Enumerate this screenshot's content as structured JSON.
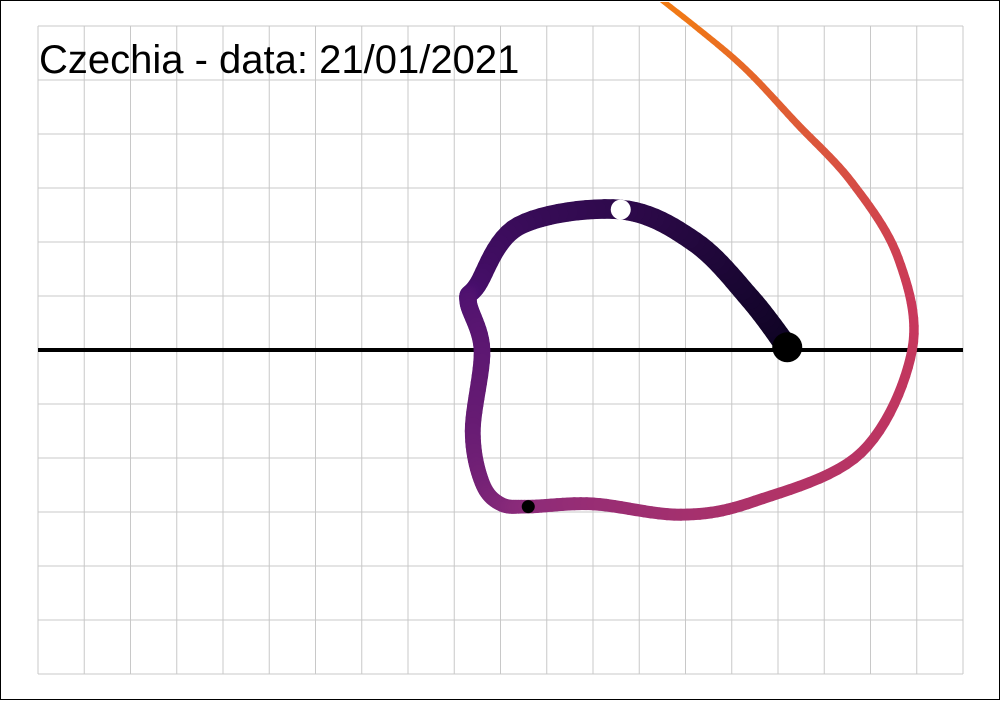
{
  "chart_data": {
    "type": "line",
    "title": "Czechia  - data: 21/01/2021",
    "xlabel": "",
    "ylabel": "",
    "grid": true,
    "grid_columns": 20,
    "grid_rows": 12,
    "colors": {
      "grid": "#c8c8c8",
      "axis": "#000000",
      "gradient_start": "#0b0320",
      "gradient_mid1": "#4a0f6e",
      "gradient_mid2": "#8c2b7a",
      "gradient_mid3": "#c9385b",
      "gradient_end": "#f6820c",
      "start_marker": "#000000",
      "highlight_marker": "#ffffff",
      "small_marker": "#000000"
    },
    "series": [
      {
        "x": [
          16.2,
          15.4,
          14.2,
          12.6,
          10.4,
          9.5,
          9.3,
          9.6,
          9.4,
          9.6,
          10.0,
          10.6,
          12.0,
          13.9,
          15.5,
          17.8,
          18.9,
          18.6,
          17.6,
          16.4,
          15.3,
          14.2,
          12.7
        ],
        "y": [
          0.05,
          0.95,
          2.0,
          2.6,
          2.3,
          1.2,
          0.9,
          0.0,
          -1.5,
          -2.45,
          -2.85,
          -2.9,
          -2.85,
          -3.05,
          -2.8,
          -1.9,
          0.0,
          1.7,
          3.1,
          4.2,
          5.2,
          6.0,
          7.0
        ]
      }
    ],
    "xlim": [
      0,
      20
    ],
    "ylim": [
      -6,
      6
    ],
    "markers": {
      "start_index": 0,
      "highlight_index": 3,
      "small_index": 11
    }
  }
}
